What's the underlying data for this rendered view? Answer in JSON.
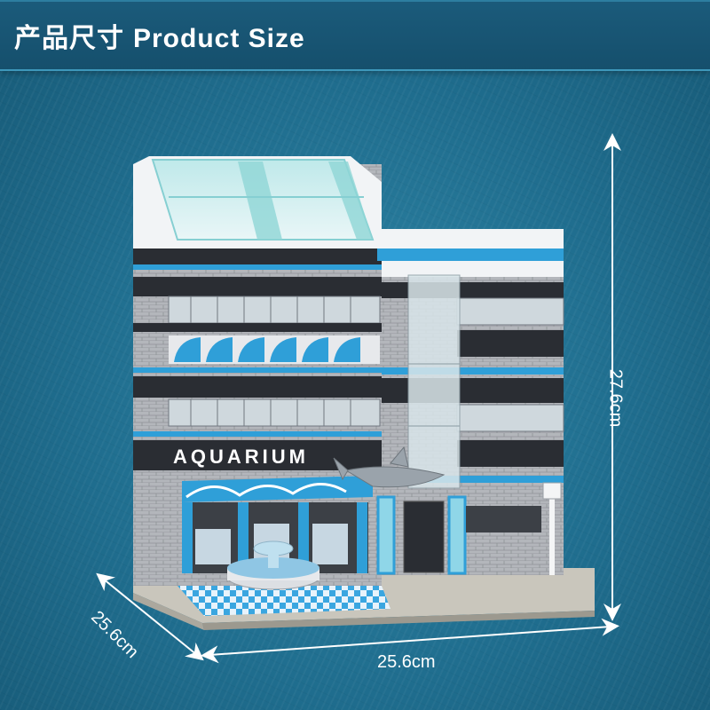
{
  "banner": {
    "title_cn": "产品尺寸",
    "title_en": "Product Size"
  },
  "dimensions": {
    "height": "27.6cm",
    "depth": "25.6cm",
    "width": "25.6cm"
  },
  "building": {
    "sign": "AQUARIUM"
  },
  "colors": {
    "background": "#1f6d8e",
    "banner": "#165170",
    "accent_blue": "#2f9fd8",
    "brick_gray": "#a9acb1",
    "dark_band": "#2a2d33"
  }
}
